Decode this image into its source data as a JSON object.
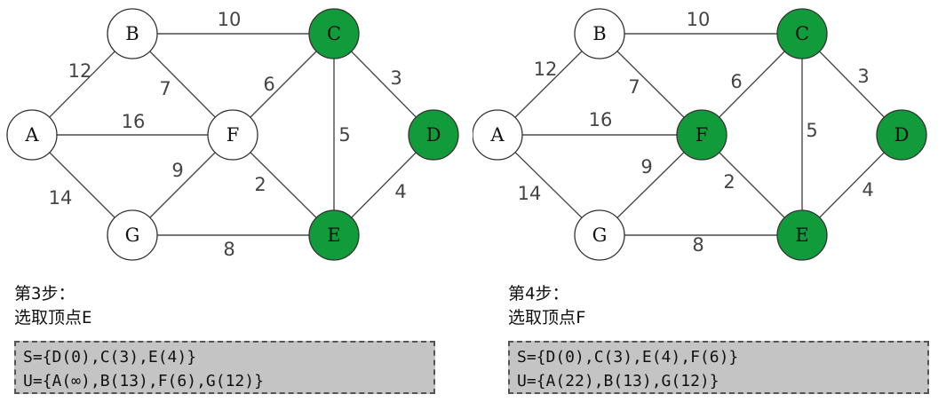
{
  "colors": {
    "selected": "#119b3b",
    "unselected": "#ffffff",
    "edge": "#4a4a4a",
    "box_bg": "#c4c4c4"
  },
  "panels": [
    {
      "step": "第3步：",
      "action": "选取顶点E",
      "s_line": "S={D(0),C(3),E(4)}",
      "u_line": "U={A(∞),B(13),F(6),G(12)}",
      "nodes": [
        {
          "id": "A",
          "label": "A",
          "selected": false
        },
        {
          "id": "B",
          "label": "B",
          "selected": false
        },
        {
          "id": "C",
          "label": "C",
          "selected": true
        },
        {
          "id": "D",
          "label": "D",
          "selected": true
        },
        {
          "id": "E",
          "label": "E",
          "selected": true
        },
        {
          "id": "F",
          "label": "F",
          "selected": false
        },
        {
          "id": "G",
          "label": "G",
          "selected": false
        }
      ],
      "edges": [
        {
          "from": "A",
          "to": "B",
          "weight": "12"
        },
        {
          "from": "A",
          "to": "F",
          "weight": "16"
        },
        {
          "from": "A",
          "to": "G",
          "weight": "14"
        },
        {
          "from": "B",
          "to": "C",
          "weight": "10"
        },
        {
          "from": "B",
          "to": "F",
          "weight": "7"
        },
        {
          "from": "F",
          "to": "C",
          "weight": "6"
        },
        {
          "from": "C",
          "to": "D",
          "weight": "3"
        },
        {
          "from": "C",
          "to": "E",
          "weight": "5"
        },
        {
          "from": "F",
          "to": "G",
          "weight": "9"
        },
        {
          "from": "F",
          "to": "E",
          "weight": "2"
        },
        {
          "from": "D",
          "to": "E",
          "weight": "4"
        },
        {
          "from": "G",
          "to": "E",
          "weight": "8"
        }
      ]
    },
    {
      "step": "第4步：",
      "action": "选取顶点F",
      "s_line": "S={D(0),C(3),E(4),F(6)}",
      "u_line": "U={A(22),B(13),G(12)}",
      "nodes": [
        {
          "id": "A",
          "label": "A",
          "selected": false
        },
        {
          "id": "B",
          "label": "B",
          "selected": false
        },
        {
          "id": "C",
          "label": "C",
          "selected": true
        },
        {
          "id": "D",
          "label": "D",
          "selected": true
        },
        {
          "id": "E",
          "label": "E",
          "selected": true
        },
        {
          "id": "F",
          "label": "F",
          "selected": true
        },
        {
          "id": "G",
          "label": "G",
          "selected": false
        }
      ],
      "edges": [
        {
          "from": "A",
          "to": "B",
          "weight": "12"
        },
        {
          "from": "A",
          "to": "F",
          "weight": "16"
        },
        {
          "from": "A",
          "to": "G",
          "weight": "14"
        },
        {
          "from": "B",
          "to": "C",
          "weight": "10"
        },
        {
          "from": "B",
          "to": "F",
          "weight": "7"
        },
        {
          "from": "F",
          "to": "C",
          "weight": "6"
        },
        {
          "from": "C",
          "to": "D",
          "weight": "3"
        },
        {
          "from": "C",
          "to": "E",
          "weight": "5"
        },
        {
          "from": "F",
          "to": "G",
          "weight": "9"
        },
        {
          "from": "F",
          "to": "E",
          "weight": "2"
        },
        {
          "from": "D",
          "to": "E",
          "weight": "4"
        },
        {
          "from": "G",
          "to": "E",
          "weight": "8"
        }
      ]
    }
  ]
}
